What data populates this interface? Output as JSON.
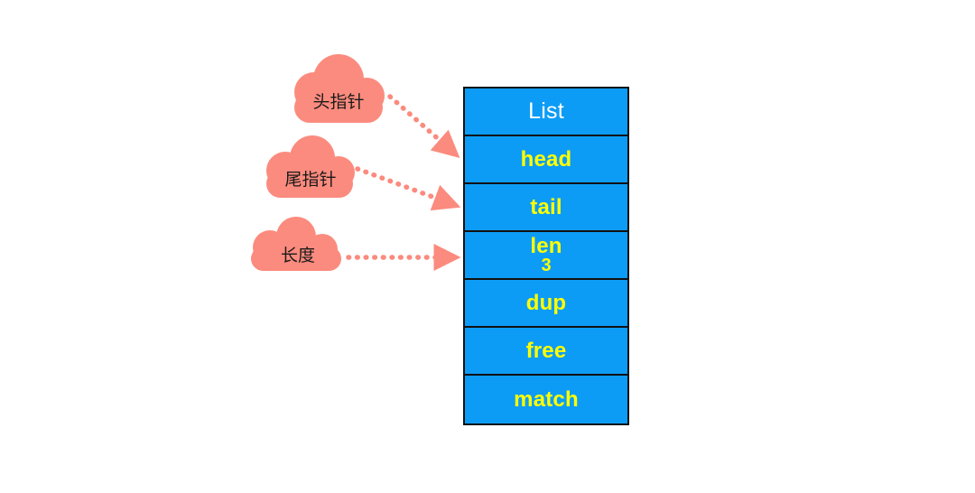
{
  "diagram": {
    "title": "Redis List struct with pointer annotations",
    "background_color": "#ffffff",
    "accent_cloud_color": "#fb8b7e",
    "accent_table_color": "#0d9cf5",
    "label_color": "#ffff00",
    "title_color": "#ffffff",
    "border_color": "#111111"
  },
  "struct": {
    "rows": [
      {
        "label": "List",
        "value": ""
      },
      {
        "label": "head",
        "value": ""
      },
      {
        "label": "tail",
        "value": ""
      },
      {
        "label": "len",
        "value": "3"
      },
      {
        "label": "dup",
        "value": ""
      },
      {
        "label": "free",
        "value": ""
      },
      {
        "label": "match",
        "value": ""
      }
    ]
  },
  "annotations": [
    {
      "id": "head",
      "label": "头指针",
      "targets_row": "head"
    },
    {
      "id": "tail",
      "label": "尾指针",
      "targets_row": "tail"
    },
    {
      "id": "len",
      "label": "长度",
      "targets_row": "len"
    }
  ]
}
